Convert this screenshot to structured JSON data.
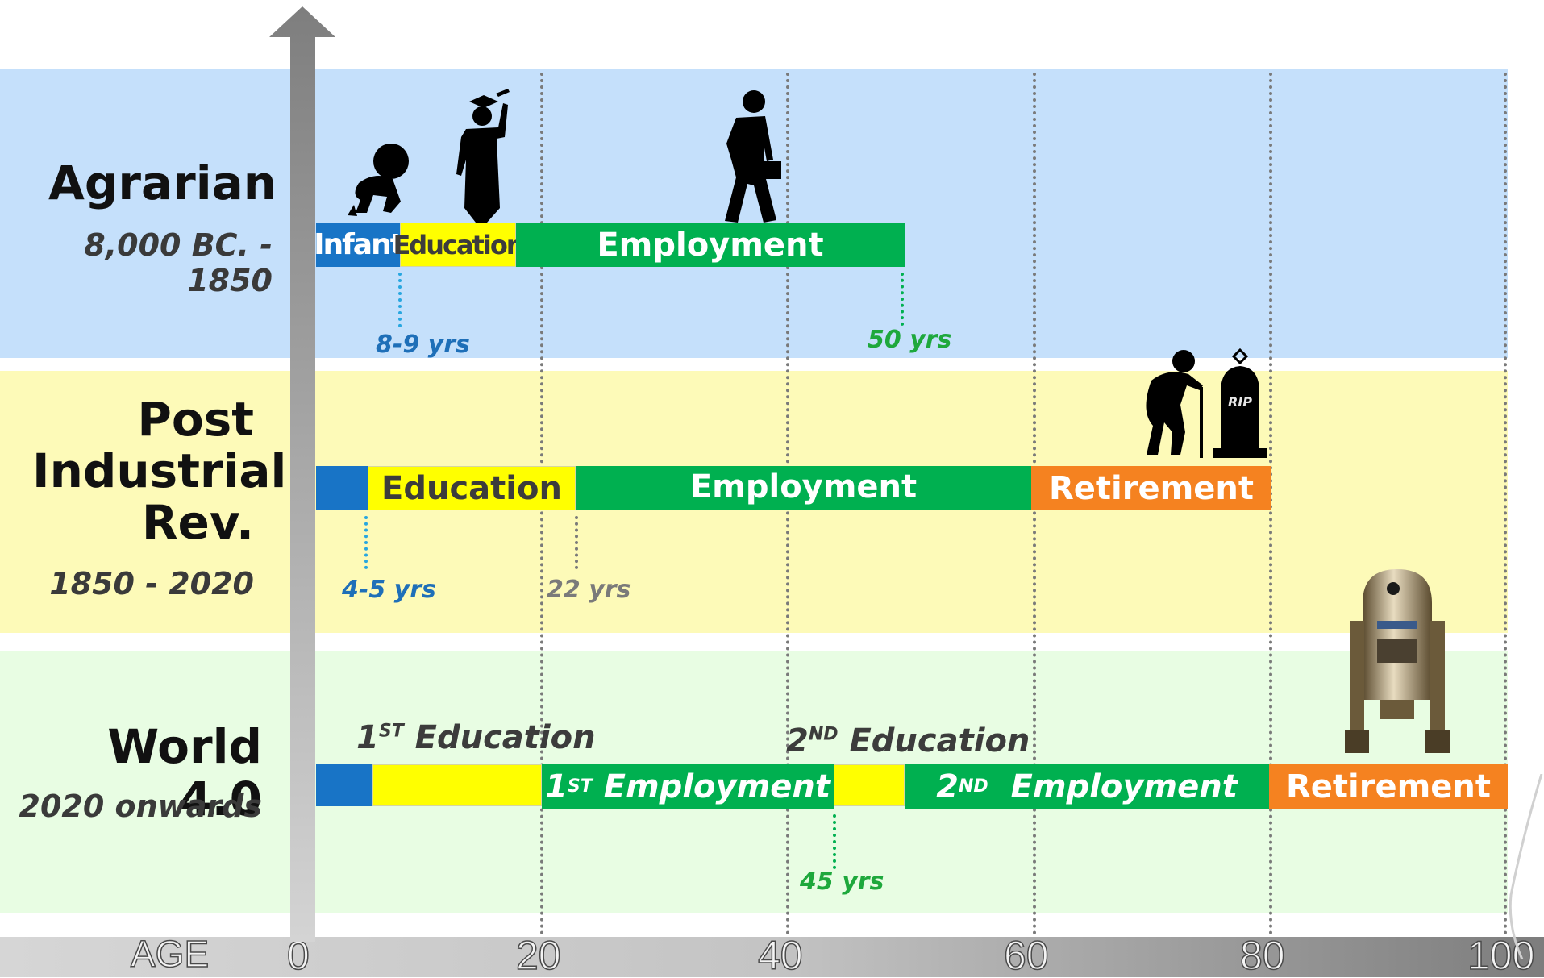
{
  "colors": {
    "infant": "#1874c6",
    "education": "#ffff00",
    "employment": "#00b050",
    "retirement": "#f58220",
    "band_agrarian": "#c5e0fb",
    "band_post": "#fdfab8",
    "band_world": "#e8fde3"
  },
  "axis": {
    "label": "AGE",
    "ticks": [
      "0",
      "20",
      "40",
      "60",
      "80",
      "100"
    ]
  },
  "eras": {
    "agrarian": {
      "name": "Agrarian",
      "years": "8,000 BC. - 1850",
      "segments": {
        "infant": "Infant",
        "education": "Education",
        "employment": "Employment"
      },
      "callouts": {
        "education_start": "8-9 yrs",
        "employment_end": "50 yrs"
      }
    },
    "post": {
      "name_l1": "Post",
      "name_l2": "Industrial",
      "name_l3": "Rev.",
      "years": "1850 - 2020",
      "segments": {
        "education": "Education",
        "employment": "Employment",
        "retirement": "Retirement"
      },
      "callouts": {
        "education_start": "4-5 yrs",
        "employment_start": "22 yrs"
      },
      "tomb_text": "RIP"
    },
    "world": {
      "name": "World 4.0",
      "years": "2020  onwards",
      "first_education": {
        "ord": "1",
        "sup": "ST",
        "label": "Education"
      },
      "second_education": {
        "ord": "2",
        "sup": "ND",
        "label": "Education"
      },
      "first_employment": {
        "ord": "1",
        "sup": "ST",
        "label": "Employment"
      },
      "second_employment": {
        "ord": "2",
        "sup": "ND",
        "label": "Employment"
      },
      "retirement": "Retirement",
      "callouts": {
        "second_education_start": "45 yrs"
      }
    }
  },
  "icons": [
    "baby-crawling-icon",
    "graduate-icon",
    "businessman-icon",
    "elderly-cane-icon",
    "tombstone-icon",
    "robot-icon"
  ]
}
